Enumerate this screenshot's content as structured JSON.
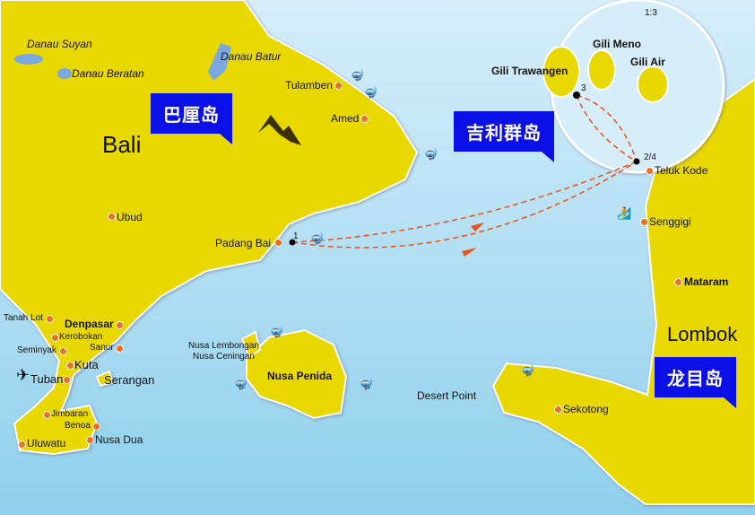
{
  "badges": {
    "bali_cn": "巴厘岛",
    "gili_cn": "吉利群岛",
    "lombok_cn": "龙目岛"
  },
  "islands": {
    "bali": "Bali",
    "lombok": "Lombok",
    "nusa_penida": "Nusa Penida"
  },
  "lakes": [
    "Danau Suyan",
    "Danau Beratan",
    "Danau Batur"
  ],
  "places": {
    "tulamben": "Tulamben",
    "amed": "Amed",
    "ubud": "Ubud",
    "padang_bai": "Padang Bai",
    "tanah_lot": "Tanah Lot",
    "denpasar": "Denpasar",
    "kerobokan": "Kerobokan",
    "seminyak": "Seminyak",
    "sanur": "Sanur",
    "kuta": "Kuta",
    "tuban": "Tuban",
    "serangan": "Serangan",
    "jimbaran": "Jimbaran",
    "benoa": "Benoa",
    "nusa_dua": "Nusa Dua",
    "uluwatu": "Uluwatu",
    "nusa_lembongan": "Nusa Lembongan",
    "nusa_ceningan": "Nusa Ceningan",
    "desert_point": "Desert Point",
    "sekotong": "Sekotong",
    "teluk_kode": "Teluk Kode",
    "senggigi": "Senggigi",
    "mataram": "Mataram"
  },
  "gili": {
    "scale": "1:3",
    "trawangan": "Gili Trawangen",
    "meno": "Gili Meno",
    "air": "Gili Air"
  },
  "route_points": {
    "p1": "1",
    "p3": "3",
    "p24": "2/4"
  },
  "colors": {
    "land": "#e8d800",
    "sea": "#a6dcf2",
    "badge": "#0a10e6",
    "dot": "#f07020",
    "route": "#f05018"
  }
}
